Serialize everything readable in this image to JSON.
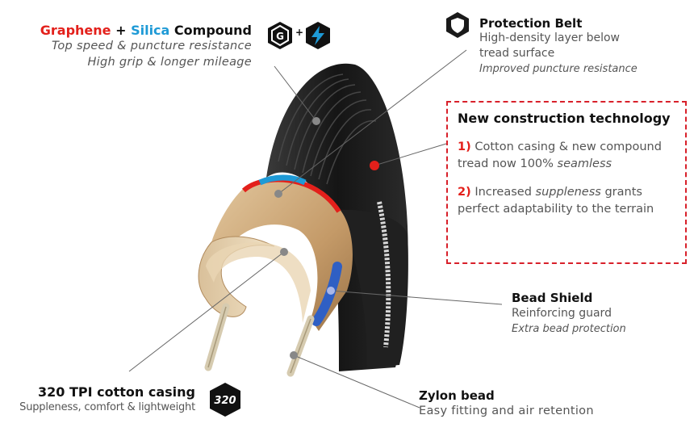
{
  "compound": {
    "graphene": "Graphene",
    "plus1": " + ",
    "silica": "Silica",
    "compound_word": " Compound",
    "line1": "Top speed & puncture resistance",
    "line2": "High grip & longer mileage",
    "badge_g": "G",
    "badge_plus": "+"
  },
  "protection": {
    "title": "Protection Belt",
    "line1": "High-density layer  below",
    "line2": "tread surface",
    "line3": "Improved puncture  resistance"
  },
  "newtech": {
    "title": "New construction technology",
    "item1_num": "1)",
    "item1_a": " Cotton casing & new compound tread now 100% ",
    "item1_b": "seamless",
    "item2_num": "2)",
    "item2_a": " Increased ",
    "item2_b": "suppleness",
    "item2_c": " grants perfect adaptability to the terrain"
  },
  "beadshield": {
    "title": "Bead Shield",
    "line1": "Reinforcing guard",
    "line2": "Extra bead  protection"
  },
  "zylon": {
    "title": "Zylon bead",
    "line1": "Easy fitting and air retention"
  },
  "casing": {
    "title": "320 TPI cotton casing",
    "line1": "Suppleness, comfort & lightweight",
    "badge": "320"
  },
  "colors": {
    "red": "#e3201b",
    "blue": "#1e9ad6",
    "tread": "#1b1b1b",
    "casing": "#c9a57a"
  }
}
